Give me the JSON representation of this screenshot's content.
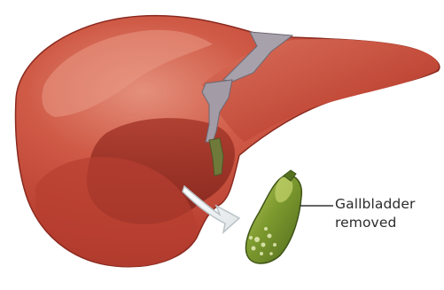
{
  "figure": {
    "label_lines": [
      "Gallbladder",
      "removed"
    ],
    "colors": {
      "liver": "#c54a3a",
      "liver_dark": "#8e2a20",
      "liver_light": "#e38a76",
      "ligament": "#a7a1ab",
      "gallbladder": "#6f8a2a",
      "gallbladder_light": "#a7bb52",
      "arrow": "#f2f4f4",
      "leader_line": "#333333"
    },
    "icons": [
      "liver-illustration",
      "gallbladder-illustration",
      "removal-arrow-icon"
    ]
  }
}
